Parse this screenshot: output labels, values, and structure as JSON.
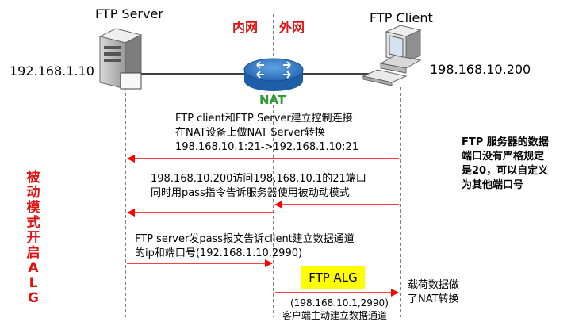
{
  "server": {
    "title": "FTP Server",
    "ip": "192.168.1.10"
  },
  "client": {
    "title": "FTP Client",
    "ip": "198.168.10.200"
  },
  "zones": {
    "inner": "内网",
    "outer": "外网"
  },
  "nat": {
    "label": "NAT"
  },
  "side_label": "被动模式开启ALG",
  "right_note": [
    "FTP 服务器的数据",
    "端口没有严格规定",
    "是20，可以自定义",
    "为其他端口号"
  ],
  "messages": {
    "m1": [
      "FTP client和FTP Server建立控制连接",
      "在NAT设备上做NAT Server转换",
      "198.168.10.1:21->192.168.1.10:21"
    ],
    "m2": [
      "198.168.10.200访问198.168.10.1的21端口",
      "同时用pass指令告诉服务器使用被动动模式"
    ],
    "m3": [
      "FTP server发pass报文告诉client建立数据通道",
      "的ip和端口号(192.168.1.10,2990)"
    ],
    "alg": "FTP ALG",
    "payload_note": [
      "载荷数据做",
      "了NAT转换"
    ],
    "m4": [
      "(198.168.10.1,2990)",
      "客户端主动建立数据通道"
    ]
  },
  "colors": {
    "arrow": "#ff0000",
    "zone": "#e01010",
    "router": "#2b74c4",
    "nat_text": "#2e9b2e",
    "alg_box": "#ffff00"
  },
  "icons": [
    "server-icon",
    "computer-icon",
    "router-icon"
  ]
}
